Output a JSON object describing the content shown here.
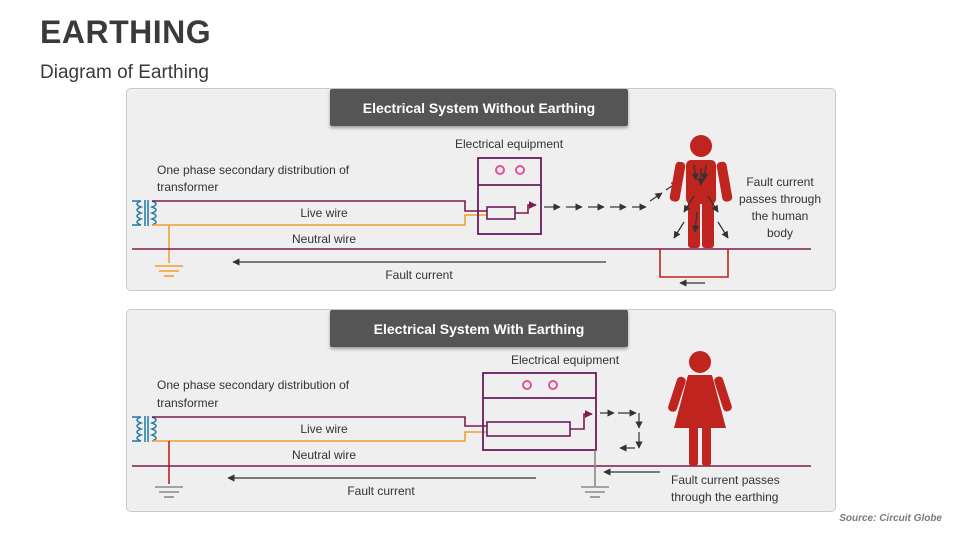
{
  "header": {
    "title": "EARTHING",
    "subtitle": "Diagram of Earthing"
  },
  "source": "Source: Circuit Globe",
  "panel1": {
    "banner": "Electrical System Without Earthing",
    "transformer_label_1": "One phase secondary distribution of",
    "transformer_label_2": "transformer",
    "live_wire": "Live wire",
    "neutral_wire": "Neutral wire",
    "equipment": "Electrical equipment",
    "fault_current": "Fault current",
    "human_label_1": "Fault current",
    "human_label_2": "passes through",
    "human_label_3": "the human",
    "human_label_4": "body"
  },
  "panel2": {
    "banner": "Electrical System With Earthing",
    "transformer_label_1": "One phase secondary distribution of",
    "transformer_label_2": "transformer",
    "live_wire": "Live wire",
    "neutral_wire": "Neutral wire",
    "equipment": "Electrical equipment",
    "fault_current": "Fault current",
    "earth_label_1": "Fault current passes",
    "earth_label_2": "through the earthing"
  },
  "colors": {
    "live": "#7b1c4e",
    "neutral": "#f0a030",
    "coil": "#2e7fa8",
    "equipment": "#6a1b5e",
    "indicator": "#e0529c",
    "earth": "#8a8a8a",
    "human": "#c0241f",
    "ground_red": "#c0241f"
  },
  "icons": [
    "transformer-coil-icon",
    "earth-ground-icon",
    "human-figure-icon",
    "arrow-icon"
  ]
}
